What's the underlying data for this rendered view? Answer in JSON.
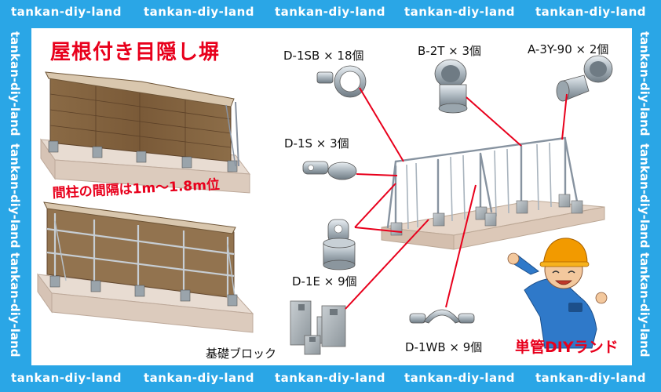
{
  "watermark": "tankan-diy-land",
  "title": "屋根付き目隠し塀",
  "note": "間柱の間隔は1m〜1.8m位",
  "parts": {
    "d1sb": "D-1SB × 18個",
    "b2t": "B-2T × 3個",
    "a3y": "A-3Y-90 × 2個",
    "d1s": "D-1S × 3個",
    "d1e": "D-1E × 9個",
    "d1wb": "D-1WB × 9個",
    "block": "基礎ブロック"
  },
  "brand": "単管DIYランド",
  "colors": {
    "frame": "#2aa6e6",
    "title": "#e8001c",
    "leader": "#e8001c"
  }
}
